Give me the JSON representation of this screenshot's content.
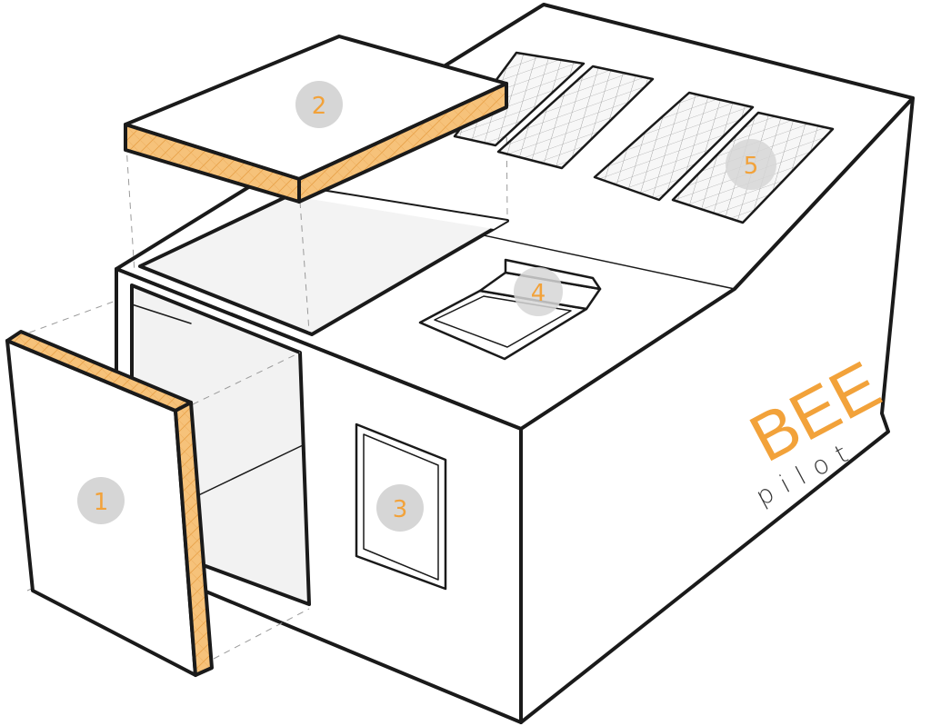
{
  "colors": {
    "accent": "#F2A23A",
    "insulation": "#F6C27A",
    "badge": "#D6D6D6",
    "outline": "#1A1A1A",
    "wall": "#FFFFFF",
    "inner": "#F2F2F2",
    "brand_small": "#333333"
  },
  "callouts": [
    {
      "id": "1",
      "label": "1"
    },
    {
      "id": "2",
      "label": "2"
    },
    {
      "id": "3",
      "label": "3"
    },
    {
      "id": "4",
      "label": "4"
    },
    {
      "id": "5",
      "label": "5"
    }
  ],
  "brand": {
    "main": "BEE",
    "sub": "pilot"
  }
}
